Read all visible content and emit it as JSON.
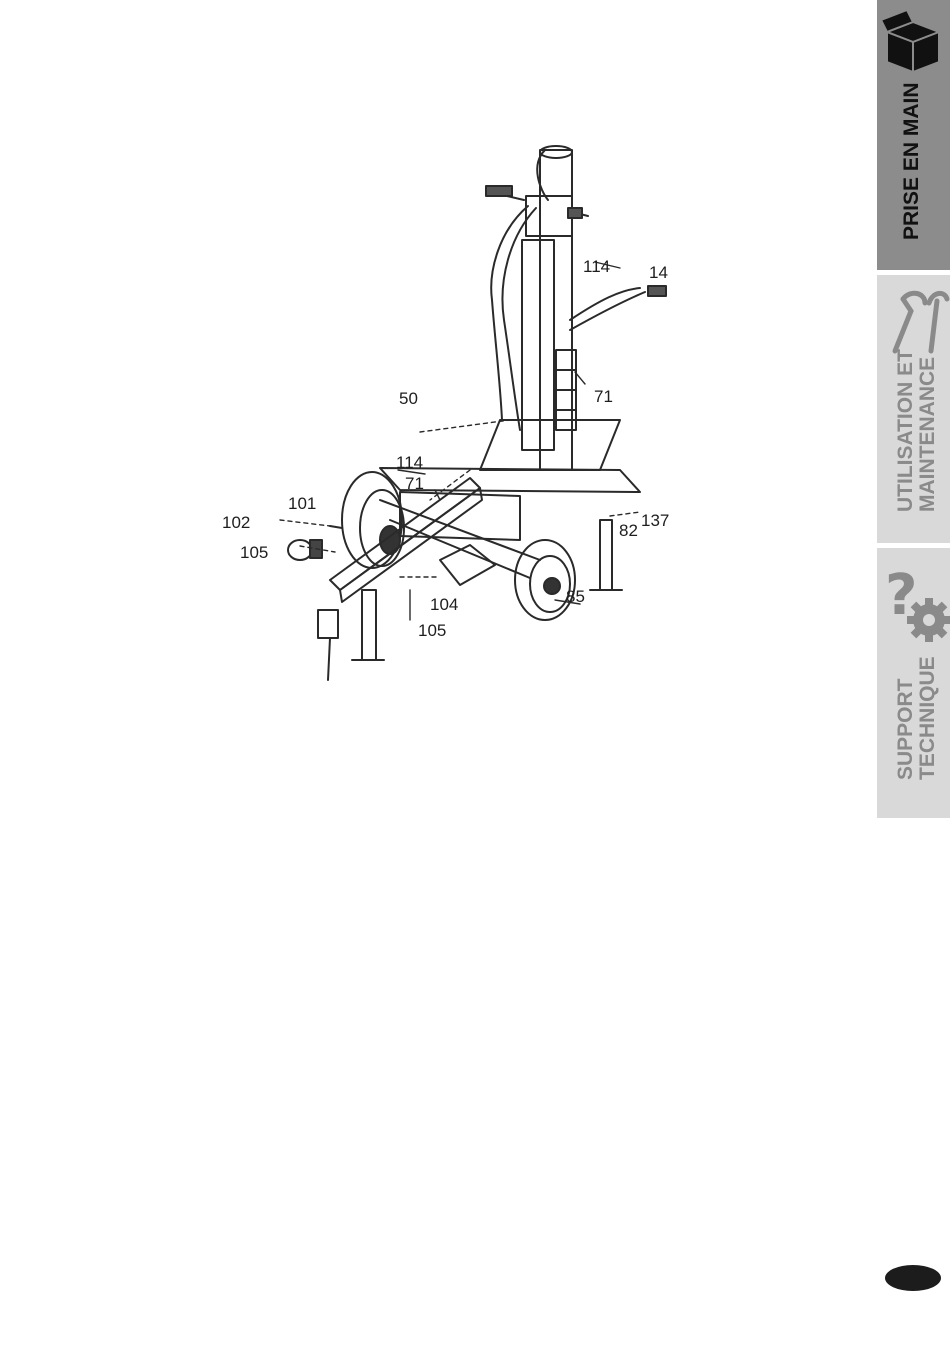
{
  "sidebar": {
    "tabs": [
      {
        "lines": [
          "PRISE EN MAIN"
        ],
        "icon": "box-icon",
        "active": true
      },
      {
        "lines": [
          "UTILISATION ET",
          "MAINTENANCE"
        ],
        "icon": "wrench-icon",
        "active": false
      },
      {
        "lines": [
          "SUPPORT",
          "TECHNIQUE"
        ],
        "icon": "question-gear-icon",
        "active": false
      }
    ]
  },
  "diagram": {
    "callouts": [
      "114",
      "14",
      "50",
      "71",
      "114",
      "71",
      "101",
      "102",
      "105",
      "137",
      "82",
      "104",
      "85",
      "105"
    ]
  },
  "colors": {
    "tab_active": "#8c8c8c",
    "tab_inactive": "#d9d9d9",
    "tab_text_active": "#111111",
    "tab_text_inactive": "#8a8a8a"
  }
}
